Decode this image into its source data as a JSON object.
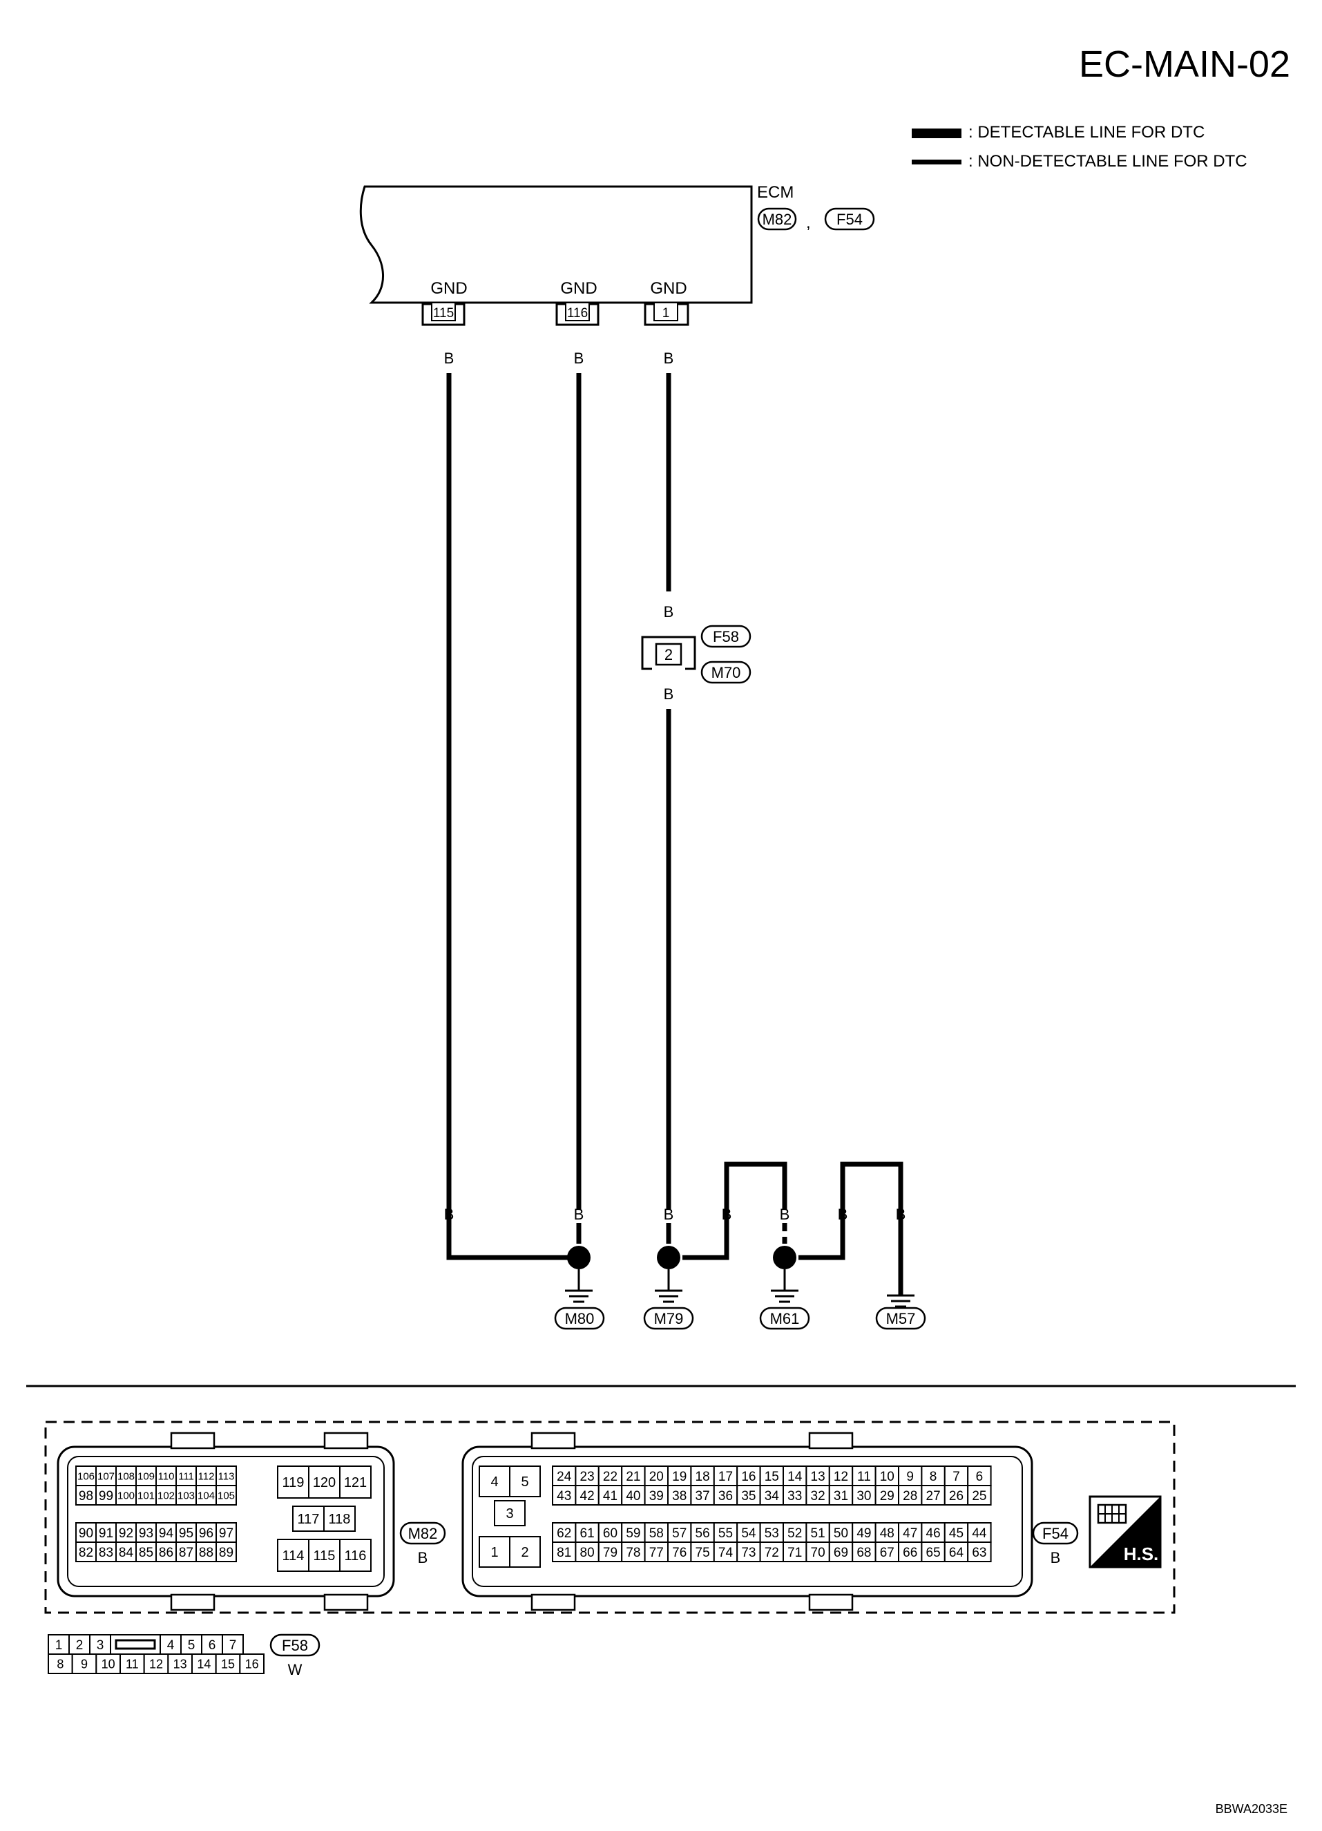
{
  "title": "EC-MAIN-02",
  "legend": {
    "detectable": ": DETECTABLE LINE FOR DTC",
    "non_detectable": ": NON-DETECTABLE LINE FOR DTC"
  },
  "ecm": {
    "name": "ECM",
    "connectors": [
      "M82",
      "F54"
    ],
    "separator": ",",
    "terminals": [
      {
        "label": "GND",
        "pin": "115"
      },
      {
        "label": "GND",
        "pin": "116"
      },
      {
        "label": "GND",
        "pin": "1"
      }
    ]
  },
  "wire_color": "B",
  "inline_connector": {
    "pin": "2",
    "upper": "F58",
    "lower": "M70"
  },
  "grounds": [
    "M80",
    "M79",
    "M61",
    "M57"
  ],
  "connector_views": {
    "m82": {
      "id": "M82",
      "color": "B",
      "rows_left": [
        [
          "106",
          "107",
          "108",
          "109",
          "110",
          "111",
          "112",
          "113"
        ],
        [
          "98",
          "99",
          "100",
          "101",
          "102",
          "103",
          "104",
          "105"
        ],
        [
          "90",
          "91",
          "92",
          "93",
          "94",
          "95",
          "96",
          "97"
        ],
        [
          "82",
          "83",
          "84",
          "85",
          "86",
          "87",
          "88",
          "89"
        ]
      ],
      "middle_top": [
        "119",
        "120",
        "121"
      ],
      "middle_mid": [
        "117",
        "118"
      ],
      "middle_bottom": [
        "114",
        "115",
        "116"
      ]
    },
    "f54": {
      "id": "F54",
      "color": "B",
      "small_top": [
        "4",
        "5"
      ],
      "small_mid": "3",
      "small_bottom": [
        "1",
        "2"
      ],
      "rows": [
        [
          "24",
          "23",
          "22",
          "21",
          "20",
          "19",
          "18",
          "17",
          "16",
          "15",
          "14",
          "13",
          "12",
          "11",
          "10",
          "9",
          "8",
          "7",
          "6"
        ],
        [
          "43",
          "42",
          "41",
          "40",
          "39",
          "38",
          "37",
          "36",
          "35",
          "34",
          "33",
          "32",
          "31",
          "30",
          "29",
          "28",
          "27",
          "26",
          "25"
        ],
        [
          "62",
          "61",
          "60",
          "59",
          "58",
          "57",
          "56",
          "55",
          "54",
          "53",
          "52",
          "51",
          "50",
          "49",
          "48",
          "47",
          "46",
          "45",
          "44"
        ],
        [
          "81",
          "80",
          "79",
          "78",
          "77",
          "76",
          "75",
          "74",
          "73",
          "72",
          "71",
          "70",
          "69",
          "68",
          "67",
          "66",
          "65",
          "64",
          "63"
        ]
      ]
    },
    "f58": {
      "id": "F58",
      "color": "W",
      "top": [
        "1",
        "2",
        "3",
        "4",
        "5",
        "6",
        "7"
      ],
      "bottom": [
        "8",
        "9",
        "10",
        "11",
        "12",
        "13",
        "14",
        "15",
        "16"
      ]
    }
  },
  "hs_badge": "H.S.",
  "drawing_code": "BBWA2033E"
}
